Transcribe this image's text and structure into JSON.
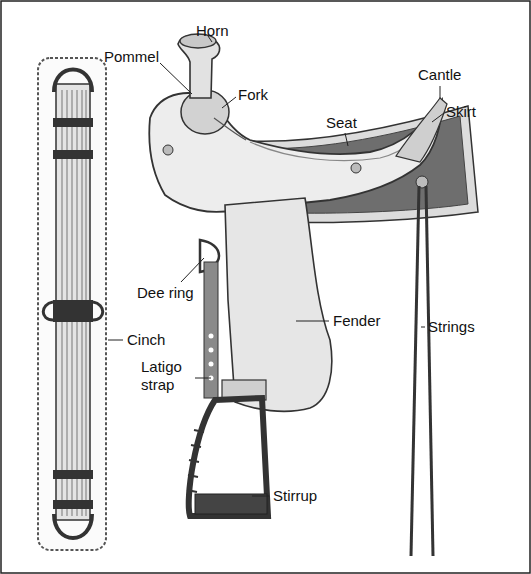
{
  "diagram": {
    "labels": [
      "Horn",
      "Pommel",
      "Fork",
      "Cantle",
      "Skirt",
      "Seat",
      "Dee ring",
      "Fender",
      "Strings",
      "Cinch",
      "Latigo strap",
      "Stirrup"
    ]
  }
}
